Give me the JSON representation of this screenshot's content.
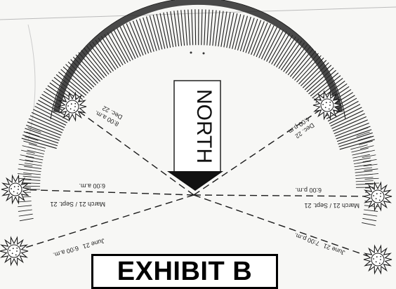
{
  "exhibit": {
    "label": "EXHIBIT B"
  },
  "north_box": {
    "text": "NORTH"
  },
  "sun_labels": [
    {
      "id": "dec-am",
      "date": "Dec. 22",
      "time": "8:00 a.m."
    },
    {
      "id": "dec-pm",
      "date": "Dec. 22",
      "time": "4:00 p.m."
    },
    {
      "id": "equ-am",
      "date": "March 21 / Sept. 21",
      "time": "6:00 a.m."
    },
    {
      "id": "equ-pm",
      "date": "March 21 / Sept. 21",
      "time": "6:00 p.m."
    },
    {
      "id": "jun-am",
      "date": "June 21",
      "time": "6:00 a.m."
    },
    {
      "id": "jun-pm",
      "date": "June 21",
      "time": "7:00 p.m."
    }
  ],
  "colors": {
    "ink": "#1a1a1a",
    "paper": "#f7f7f5"
  }
}
